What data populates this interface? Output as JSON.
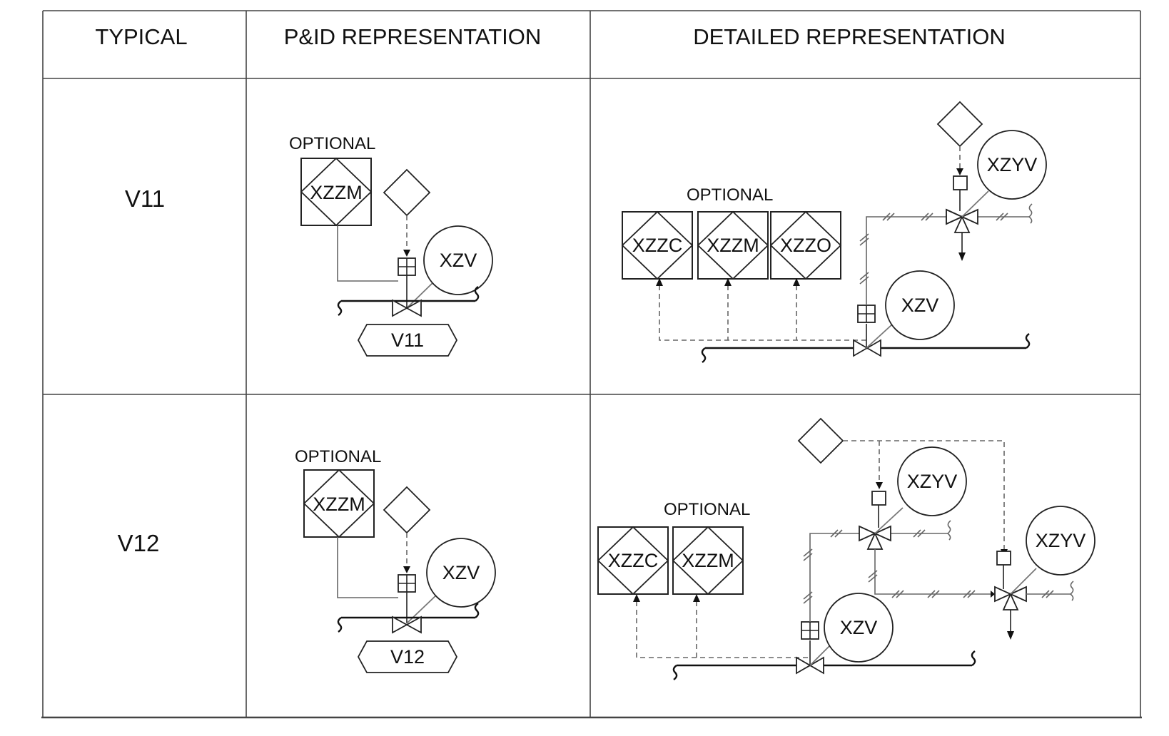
{
  "table": {
    "headers": [
      "TYPICAL",
      "P&ID REPRESENTATION",
      "DETAILED REPRESENTATION"
    ],
    "rows": [
      {
        "typical": "V11",
        "pid": {
          "optional_label": "OPTIONAL",
          "function_box": "XZZM",
          "instrument": "XZV",
          "valve_tag": "V11"
        },
        "detailed": {
          "optional_label": "OPTIONAL",
          "function_boxes": [
            "XZZC",
            "XZZM",
            "XZZO"
          ],
          "instruments": [
            "XZV",
            "XZYV"
          ]
        }
      },
      {
        "typical": "V12",
        "pid": {
          "optional_label": "OPTIONAL",
          "function_box": "XZZM",
          "instrument": "XZV",
          "valve_tag": "V12"
        },
        "detailed": {
          "optional_label": "OPTIONAL",
          "function_boxes": [
            "XZZC",
            "XZZM"
          ],
          "instruments": [
            "XZV",
            "XZYV",
            "XZYV"
          ]
        }
      }
    ]
  }
}
